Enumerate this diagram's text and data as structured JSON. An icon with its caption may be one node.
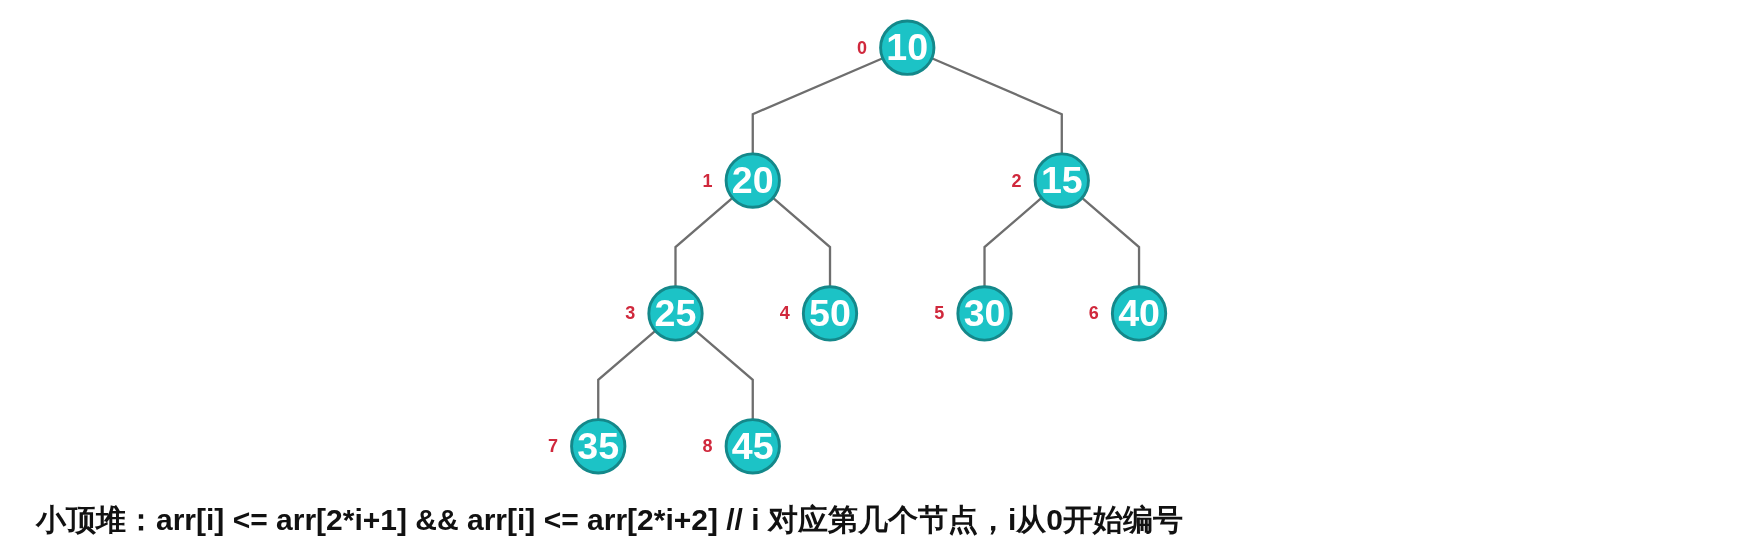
{
  "diagram": {
    "caption": "小顶堆：arr[i] <= arr[2*i+1] && arr[i] <= arr[2*i+2] // i 对应第几个节点，i从0开始编号",
    "nodes": [
      {
        "text": [
          "10"
        ],
        "beside": [
          "0"
        ]
      },
      {
        "text": [
          "20"
        ],
        "beside": [
          "1"
        ]
      },
      {
        "text": [
          "15"
        ],
        "beside": [
          "2"
        ]
      },
      {
        "text": [
          "25"
        ],
        "beside": [
          "3"
        ]
      },
      {
        "text": [
          "50"
        ],
        "beside": [
          "4"
        ]
      },
      {
        "text": [
          "30"
        ],
        "beside": [
          "5"
        ]
      },
      {
        "text": [
          "40"
        ],
        "beside": [
          "6"
        ]
      },
      {
        "text": [
          "35"
        ],
        "beside": [
          "7"
        ]
      },
      {
        "text": [
          "45"
        ],
        "beside": [
          "8"
        ]
      }
    ],
    "edges": [
      {
        "from": 0,
        "to": 1,
        "arrow": "none"
      },
      {
        "from": 0,
        "to": 2,
        "arrow": "none"
      },
      {
        "from": 1,
        "to": 3,
        "arrow": "none"
      },
      {
        "from": 1,
        "to": 4,
        "arrow": "none"
      },
      {
        "from": 2,
        "to": 5,
        "arrow": "none"
      },
      {
        "from": 2,
        "to": 6,
        "arrow": "none"
      },
      {
        "from": 3,
        "to": 7,
        "arrow": "none"
      },
      {
        "from": 3,
        "to": 8,
        "arrow": "none"
      }
    ]
  }
}
